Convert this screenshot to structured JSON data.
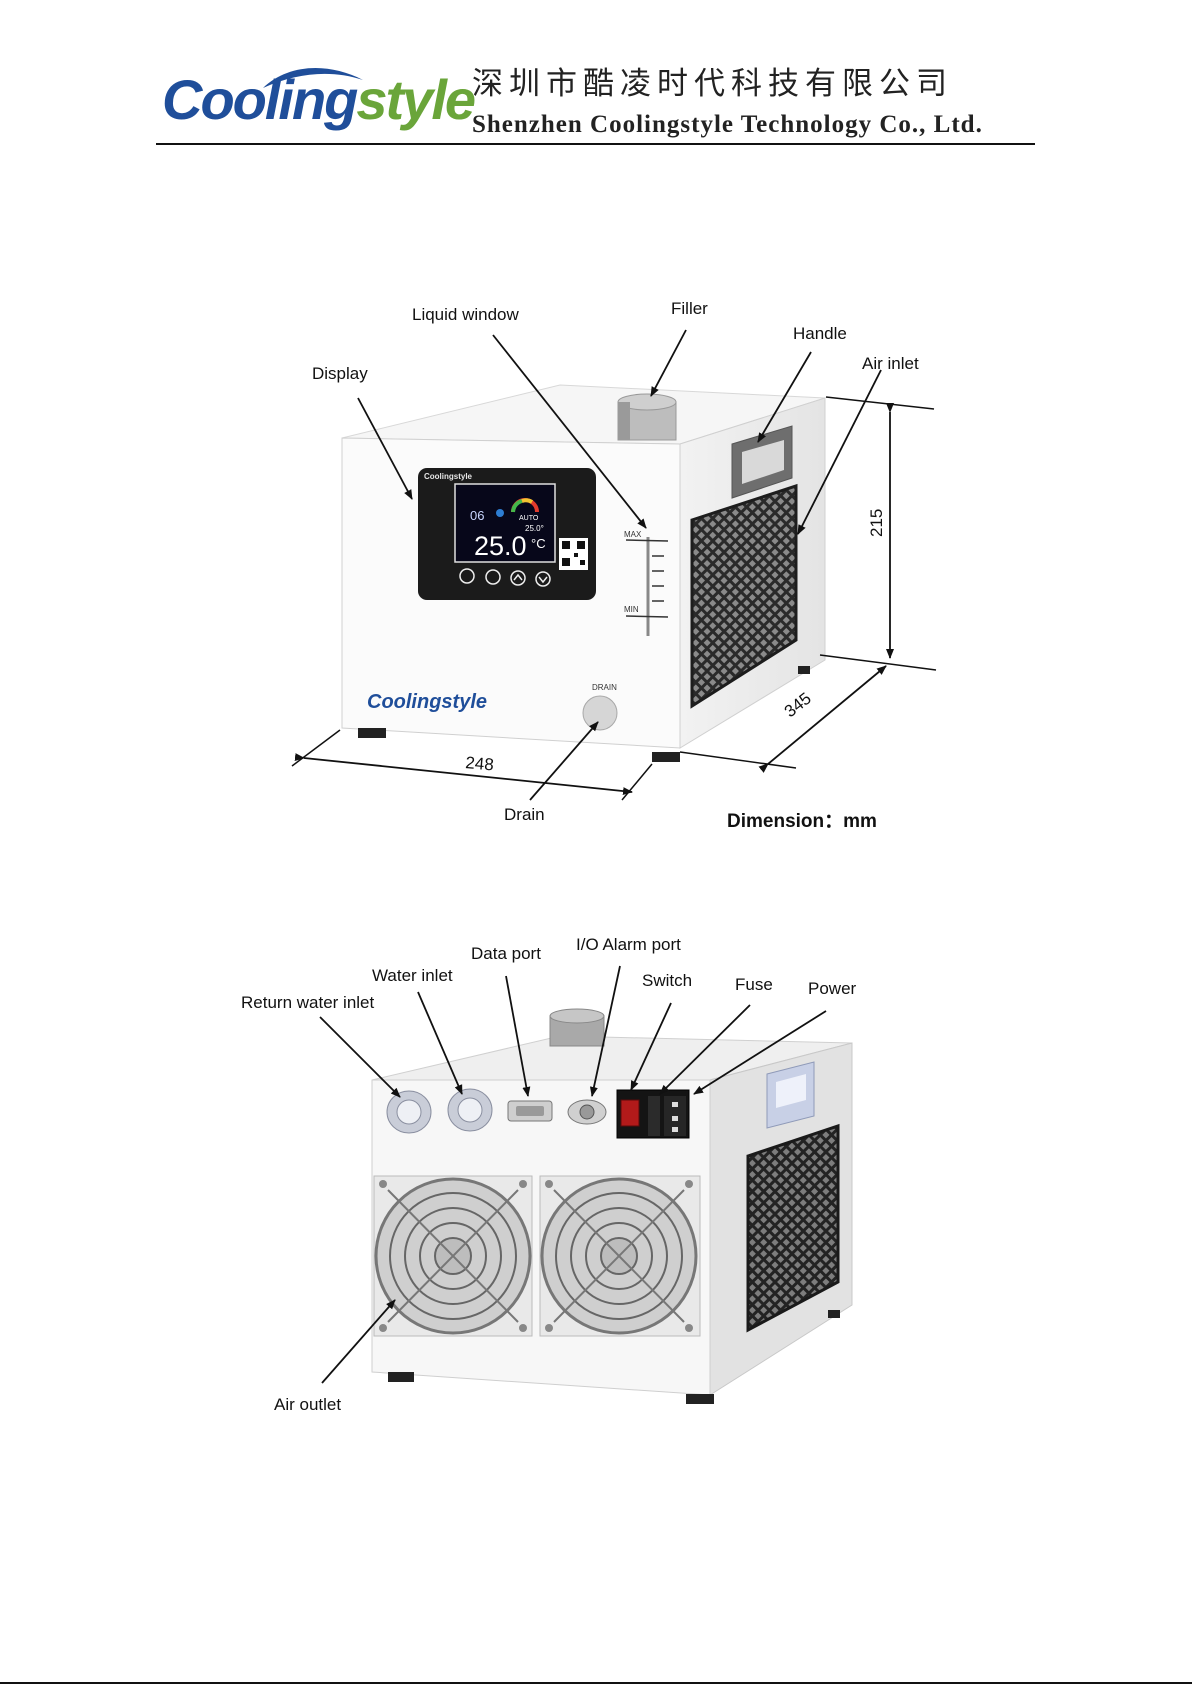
{
  "header": {
    "logo_cool": "Cooling",
    "logo_style": "style",
    "company_cn": "深圳市酷凌时代科技有限公司",
    "company_en": "Shenzhen Coolingstyle Technology Co., Ltd.",
    "brand_colors": {
      "blue": "#1f4e9a",
      "green": "#6aa53a"
    }
  },
  "front_view": {
    "callouts": {
      "liquid_window": "Liquid window",
      "filler": "Filler",
      "handle": "Handle",
      "air_inlet": "Air inlet",
      "display": "Display",
      "drain": "Drain"
    },
    "dimensions": {
      "height": "215",
      "depth": "345",
      "width": "248",
      "unit_label": "Dimension：mm"
    },
    "unit_body": {
      "logo": "Coolingstyle",
      "drain_label": "DRAIN",
      "level_max": "MAX",
      "level_min": "MIN"
    },
    "display_panel": {
      "brand": "Coolingstyle",
      "main_temp": "25.0",
      "unit": "°C",
      "small_value": "06",
      "setpoint": "25.0°",
      "mode": "AUTO"
    }
  },
  "rear_view": {
    "callouts": {
      "return_water_inlet": "Return water inlet",
      "water_inlet": "Water inlet",
      "data_port": "Data port",
      "io_alarm_port": "I/O Alarm port",
      "switch": "Switch",
      "fuse": "Fuse",
      "power": "Power",
      "air_outlet": "Air outlet"
    }
  }
}
